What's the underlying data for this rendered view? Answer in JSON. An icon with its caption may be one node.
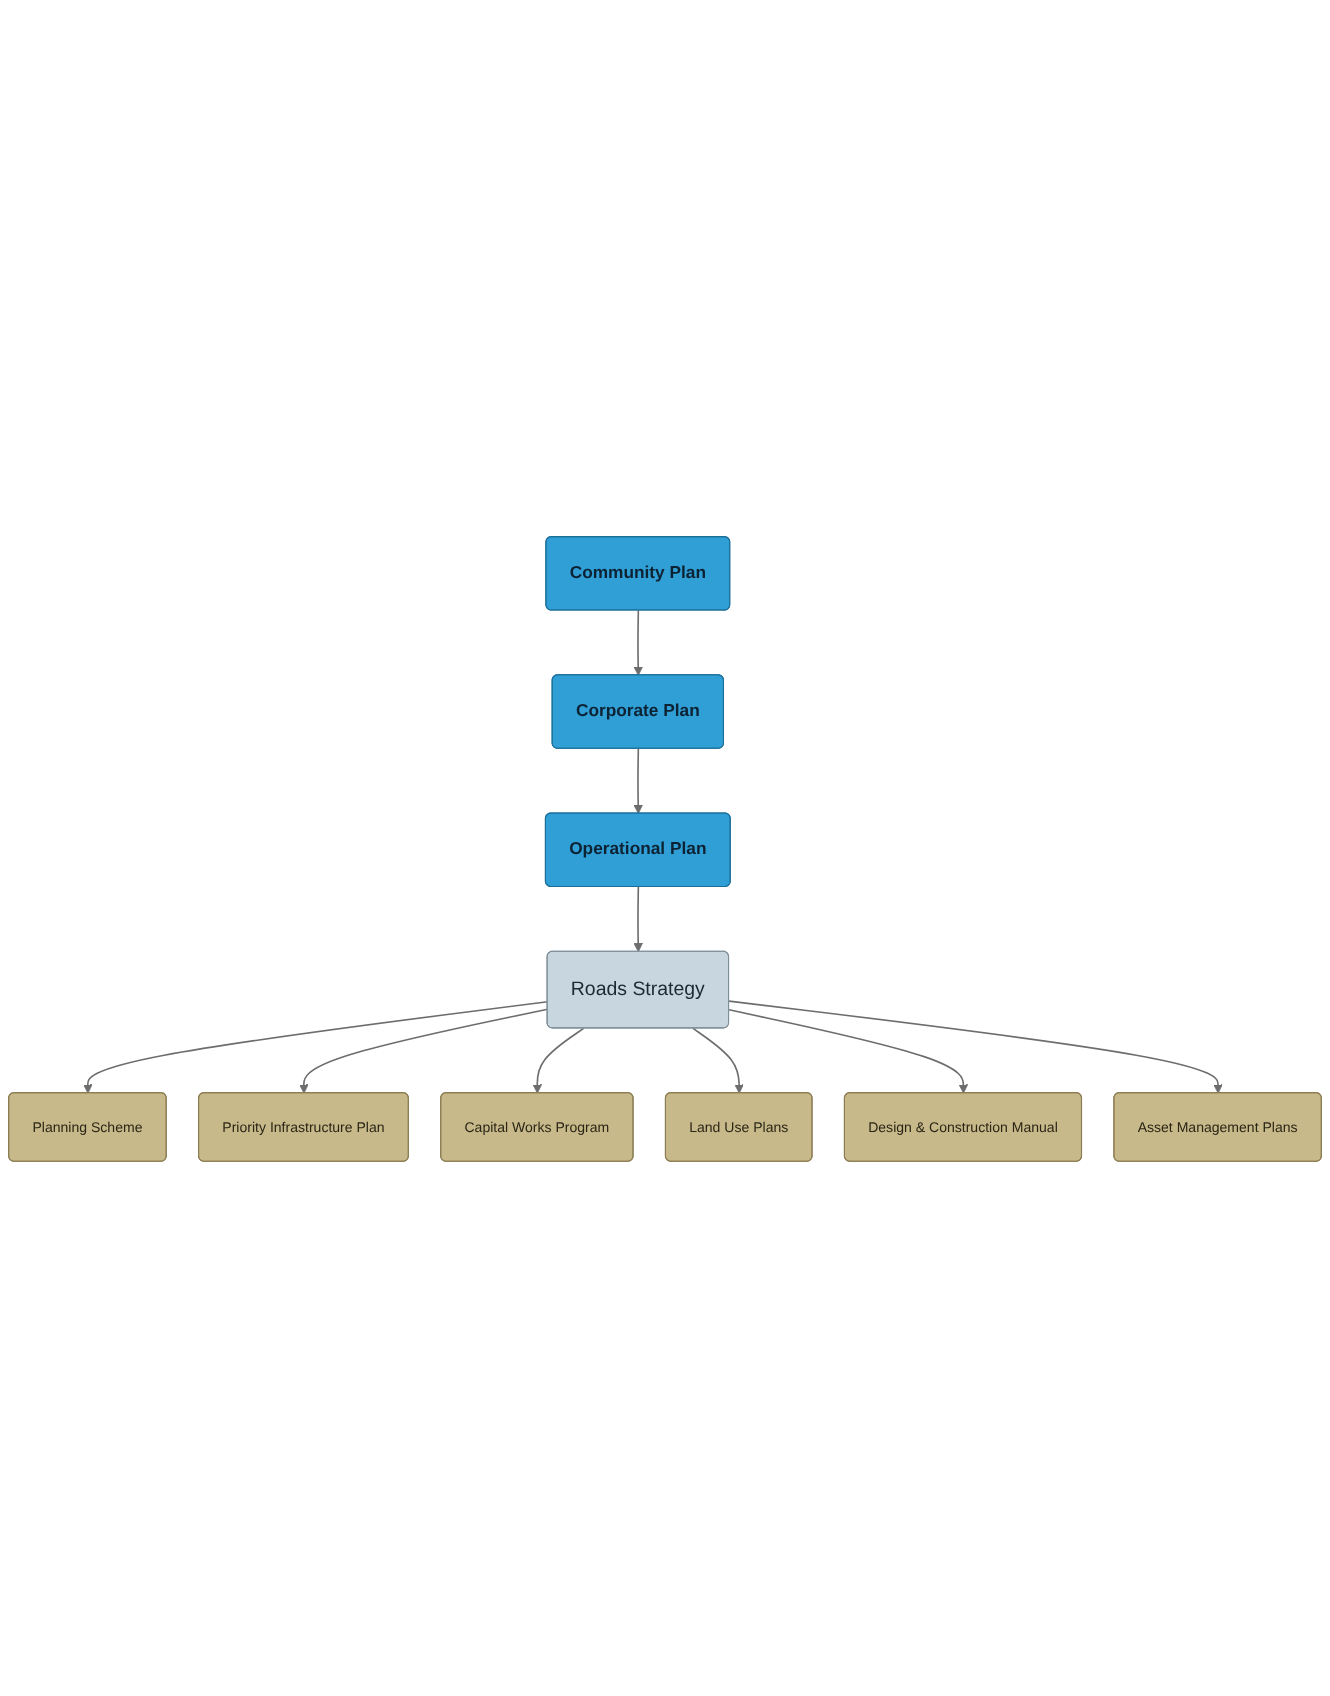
{
  "diagram": {
    "nodes": [
      {
        "text": [
          "Community Plan"
        ]
      },
      {
        "text": [
          "Corporate Plan"
        ]
      },
      {
        "text": [
          "Operational Plan"
        ]
      },
      {
        "text": [
          "Planning Scheme"
        ]
      },
      {
        "text": [
          "Priority Infrastructure Plan"
        ]
      },
      {
        "text": [
          "Roads Strategy"
        ]
      },
      {
        "text": [
          "Capital Works Program"
        ]
      },
      {
        "text": [
          "Land Use Plans"
        ]
      },
      {
        "text": [
          "Design & Construction Manual"
        ]
      },
      {
        "text": [
          "Asset Management Plans"
        ]
      }
    ],
    "edges": [
      {
        "from": 0,
        "to": 1,
        "arrow": "to"
      },
      {
        "from": 1,
        "to": 2,
        "arrow": "to"
      },
      {
        "from": 2,
        "to": 5,
        "arrow": "to"
      },
      {
        "from": 5,
        "to": 3,
        "arrow": "to"
      },
      {
        "from": 5,
        "to": 4,
        "arrow": "to"
      },
      {
        "from": 5,
        "to": 6,
        "arrow": "to"
      },
      {
        "from": 5,
        "to": 7,
        "arrow": "to"
      },
      {
        "from": 5,
        "to": 8,
        "arrow": "to"
      },
      {
        "from": 5,
        "to": 9,
        "arrow": "to"
      }
    ]
  }
}
